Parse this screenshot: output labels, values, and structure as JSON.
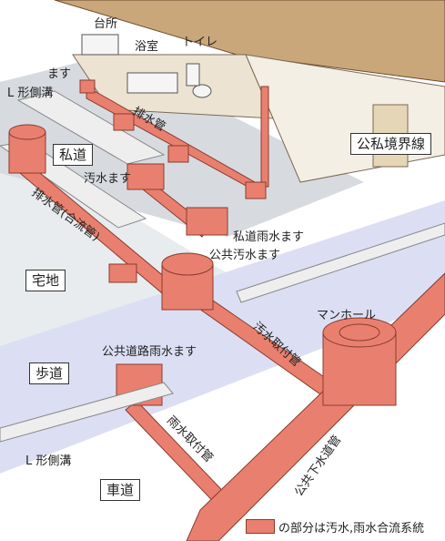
{
  "labels": {
    "kitchen": "台所",
    "bath": "浴室",
    "toilet": "トイレ",
    "masu": "ます",
    "l_gutter_top": "L 形側溝",
    "drain_pipe_house": "排水管",
    "boundary": "公私境界線",
    "private_road": "私道",
    "sewage_masu": "汚水ます",
    "drain_pipe_combined": "排水管(合流管)",
    "private_rain_masu": "私道雨水ます",
    "public_sewage_masu": "公共汚水ます",
    "residential": "宅地",
    "manhole": "マンホール",
    "sewage_lateral": "汚水取付管",
    "sidewalk": "歩道",
    "public_road_rain_masu": "公共道路雨水ます",
    "rain_lateral": "雨水取付管",
    "l_gutter_bottom": "L 形側溝",
    "main_sewer": "公共下水道管",
    "roadway": "車道"
  },
  "legend": {
    "text": "の部分は汚水,雨水合流系統",
    "color": "#e9806f"
  }
}
